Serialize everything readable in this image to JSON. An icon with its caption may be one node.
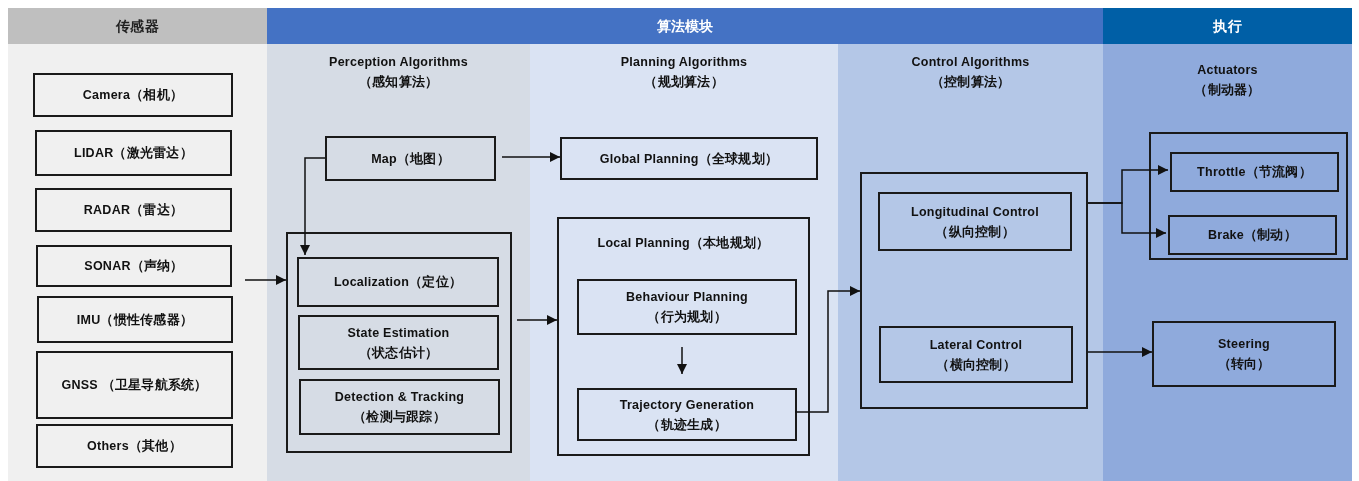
{
  "diagram": {
    "nodes": [
      {
        "text": [
          "传感器"
        ]
      },
      {
        "text": [
          "算法模块"
        ]
      },
      {
        "text": [
          "Perception Algorithms （感知算法）"
        ],
        "in": 1
      },
      {
        "text": [
          "Planning Algorithms （规划算法）"
        ],
        "in": 1
      },
      {
        "text": [
          "Control Algorithms （控制算法）"
        ],
        "in": 1
      },
      {
        "text": [
          "执行",
          "Actuators （制动器）"
        ]
      },
      {
        "text": [
          "Camera（相机）"
        ],
        "in": 0
      },
      {
        "text": [
          "LIDAR（激光雷达）"
        ],
        "in": 0
      },
      {
        "text": [
          "RADAR（雷达）"
        ],
        "in": 0
      },
      {
        "text": [
          "SONAR（声纳）"
        ],
        "in": 0
      },
      {
        "text": [
          "IMU（惯性传感器）"
        ],
        "in": 0
      },
      {
        "text": [
          "GNSS （卫星导航系统）"
        ],
        "in": 0
      },
      {
        "text": [
          "Others（其他）"
        ],
        "in": 0
      },
      {
        "text": [
          "Map（地图）"
        ],
        "in": 2
      },
      {
        "text": [],
        "shape": "box",
        "in": 2
      },
      {
        "text": [
          "Localization（定位）"
        ],
        "in": 14
      },
      {
        "text": [
          "State Estimation （状态估计）"
        ],
        "in": 14
      },
      {
        "text": [
          "Detection & Tracking （检测与跟踪）"
        ],
        "in": 14
      },
      {
        "text": [
          "Global Planning（全球规划）"
        ],
        "in": 3
      },
      {
        "text": [
          "Local Planning（本地规划）"
        ],
        "in": 3
      },
      {
        "text": [
          "Behaviour Planning （行为规划）"
        ],
        "in": 19
      },
      {
        "text": [
          "Trajectory Generation （轨迹生成）"
        ],
        "in": 19
      },
      {
        "text": [],
        "shape": "box",
        "in": 4
      },
      {
        "text": [
          "Longitudinal Control （纵向控制）"
        ],
        "in": 22
      },
      {
        "text": [
          "Lateral Control （横向控制）"
        ],
        "in": 22
      },
      {
        "text": [],
        "shape": "box",
        "in": 5
      },
      {
        "text": [
          "Throttle（节流阀）"
        ],
        "in": 25
      },
      {
        "text": [
          "Brake（制动）"
        ],
        "in": 25
      },
      {
        "text": [
          "Steering （转向）"
        ],
        "in": 5
      }
    ],
    "edges": [
      {
        "from": 13,
        "to": 18,
        "arrow": "to"
      },
      {
        "from": 13,
        "to": 15,
        "arrow": "to"
      },
      {
        "from": 9,
        "to": 14,
        "arrow": "to"
      },
      {
        "from": 14,
        "to": 19,
        "arrow": "to"
      },
      {
        "from": 20,
        "to": 21,
        "arrow": "to"
      },
      {
        "from": 21,
        "to": 22,
        "arrow": "to"
      },
      {
        "from": 22,
        "to": 26,
        "arrow": "to"
      },
      {
        "from": 22,
        "to": 27,
        "arrow": "to"
      },
      {
        "from": 22,
        "to": 28,
        "arrow": "to"
      }
    ]
  }
}
